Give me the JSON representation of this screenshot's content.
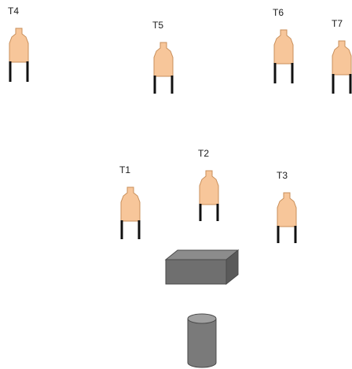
{
  "colors": {
    "background": "#ffffff",
    "target_body": "#f7c69a",
    "target_outline": "#c98f5a",
    "target_legs": "#111111",
    "box_front": "#6f6f6f",
    "box_top": "#8c8c8c",
    "box_side": "#5a5a5a",
    "cylinder_body": "#7a7a7a",
    "cylinder_top": "#a0a0a0"
  },
  "targets": [
    {
      "id": "t1",
      "label": "T1"
    },
    {
      "id": "t2",
      "label": "T2"
    },
    {
      "id": "t3",
      "label": "T3"
    },
    {
      "id": "t4",
      "label": "T4"
    },
    {
      "id": "t5",
      "label": "T5"
    },
    {
      "id": "t6",
      "label": "T6"
    },
    {
      "id": "t7",
      "label": "T7"
    }
  ],
  "obstacles": [
    {
      "id": "box",
      "shape": "box"
    },
    {
      "id": "cylinder",
      "shape": "cylinder"
    }
  ]
}
